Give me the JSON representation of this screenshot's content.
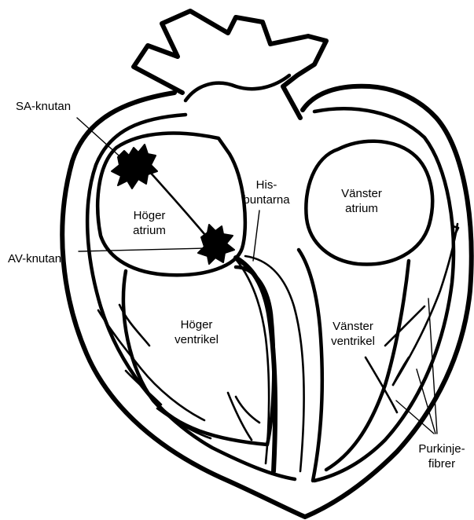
{
  "labels": {
    "sa_node": "SA-knutan",
    "bundle_his_line1": "His-",
    "bundle_his_line2": "buntarna",
    "right_atrium_line1": "Höger",
    "right_atrium_line2": "atrium",
    "left_atrium_line1": "Vänster",
    "left_atrium_line2": "atrium",
    "av_node": "AV-knutan",
    "right_ventricle_line1": "Höger",
    "right_ventricle_line2": "ventrikel",
    "left_ventricle_line1": "Vänster",
    "left_ventricle_line2": "ventrikel",
    "purkinje_line1": "Purkinje-",
    "purkinje_line2": "fibrer"
  }
}
